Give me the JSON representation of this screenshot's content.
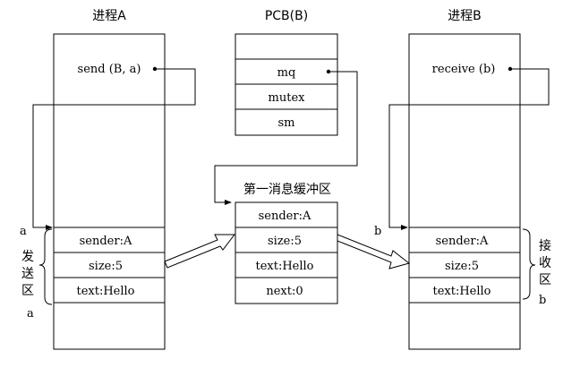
{
  "process_a": {
    "title": "进程A",
    "send_call": "send (B, a)",
    "message": {
      "sender": "sender:A",
      "size": "size:5",
      "text": "text:Hello"
    },
    "pointer_label_top": "a",
    "pointer_label_bottom": "a",
    "region_label": [
      "发",
      "送",
      "区"
    ]
  },
  "pcb": {
    "title": "PCB(B)",
    "fields": {
      "mq": "mq",
      "mutex": "mutex",
      "sm": "sm"
    }
  },
  "buffer": {
    "title": "第一消息缓冲区",
    "fields": {
      "sender": "sender:A",
      "size": "size:5",
      "text": "text:Hello",
      "next": "next:0"
    }
  },
  "process_b": {
    "title": "进程B",
    "receive_call": "receive (b)",
    "message": {
      "sender": "sender:A",
      "size": "size:5",
      "text": "text:Hello"
    },
    "pointer_label_top": "b",
    "pointer_label_bottom": "b",
    "region_label": [
      "接",
      "收",
      "区"
    ]
  }
}
